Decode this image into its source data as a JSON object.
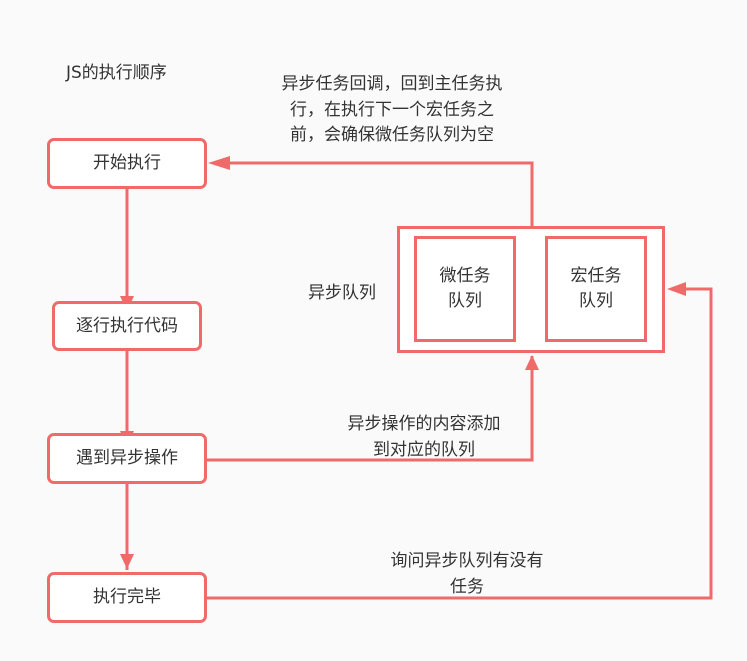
{
  "title": "JS的执行顺序",
  "nodes": {
    "start": "开始执行",
    "run_code": "逐行执行代码",
    "async_op": "遇到异步操作",
    "finish": "执行完毕",
    "micro_queue": "微任务\n队列",
    "macro_queue": "宏任务\n队列"
  },
  "labels": {
    "async_queue": "异步队列",
    "callback_note": "异步任务回调，回到主任务执\n行，在执行下一个宏任务之\n前，会确保微任务队列为空",
    "add_note": "异步操作的内容添加\n到对应的队列",
    "ask_note": "询问异步队列有没有\n任务"
  },
  "colors": {
    "stroke": "#f16a6a",
    "text": "#333333",
    "background": "#fafafa"
  }
}
